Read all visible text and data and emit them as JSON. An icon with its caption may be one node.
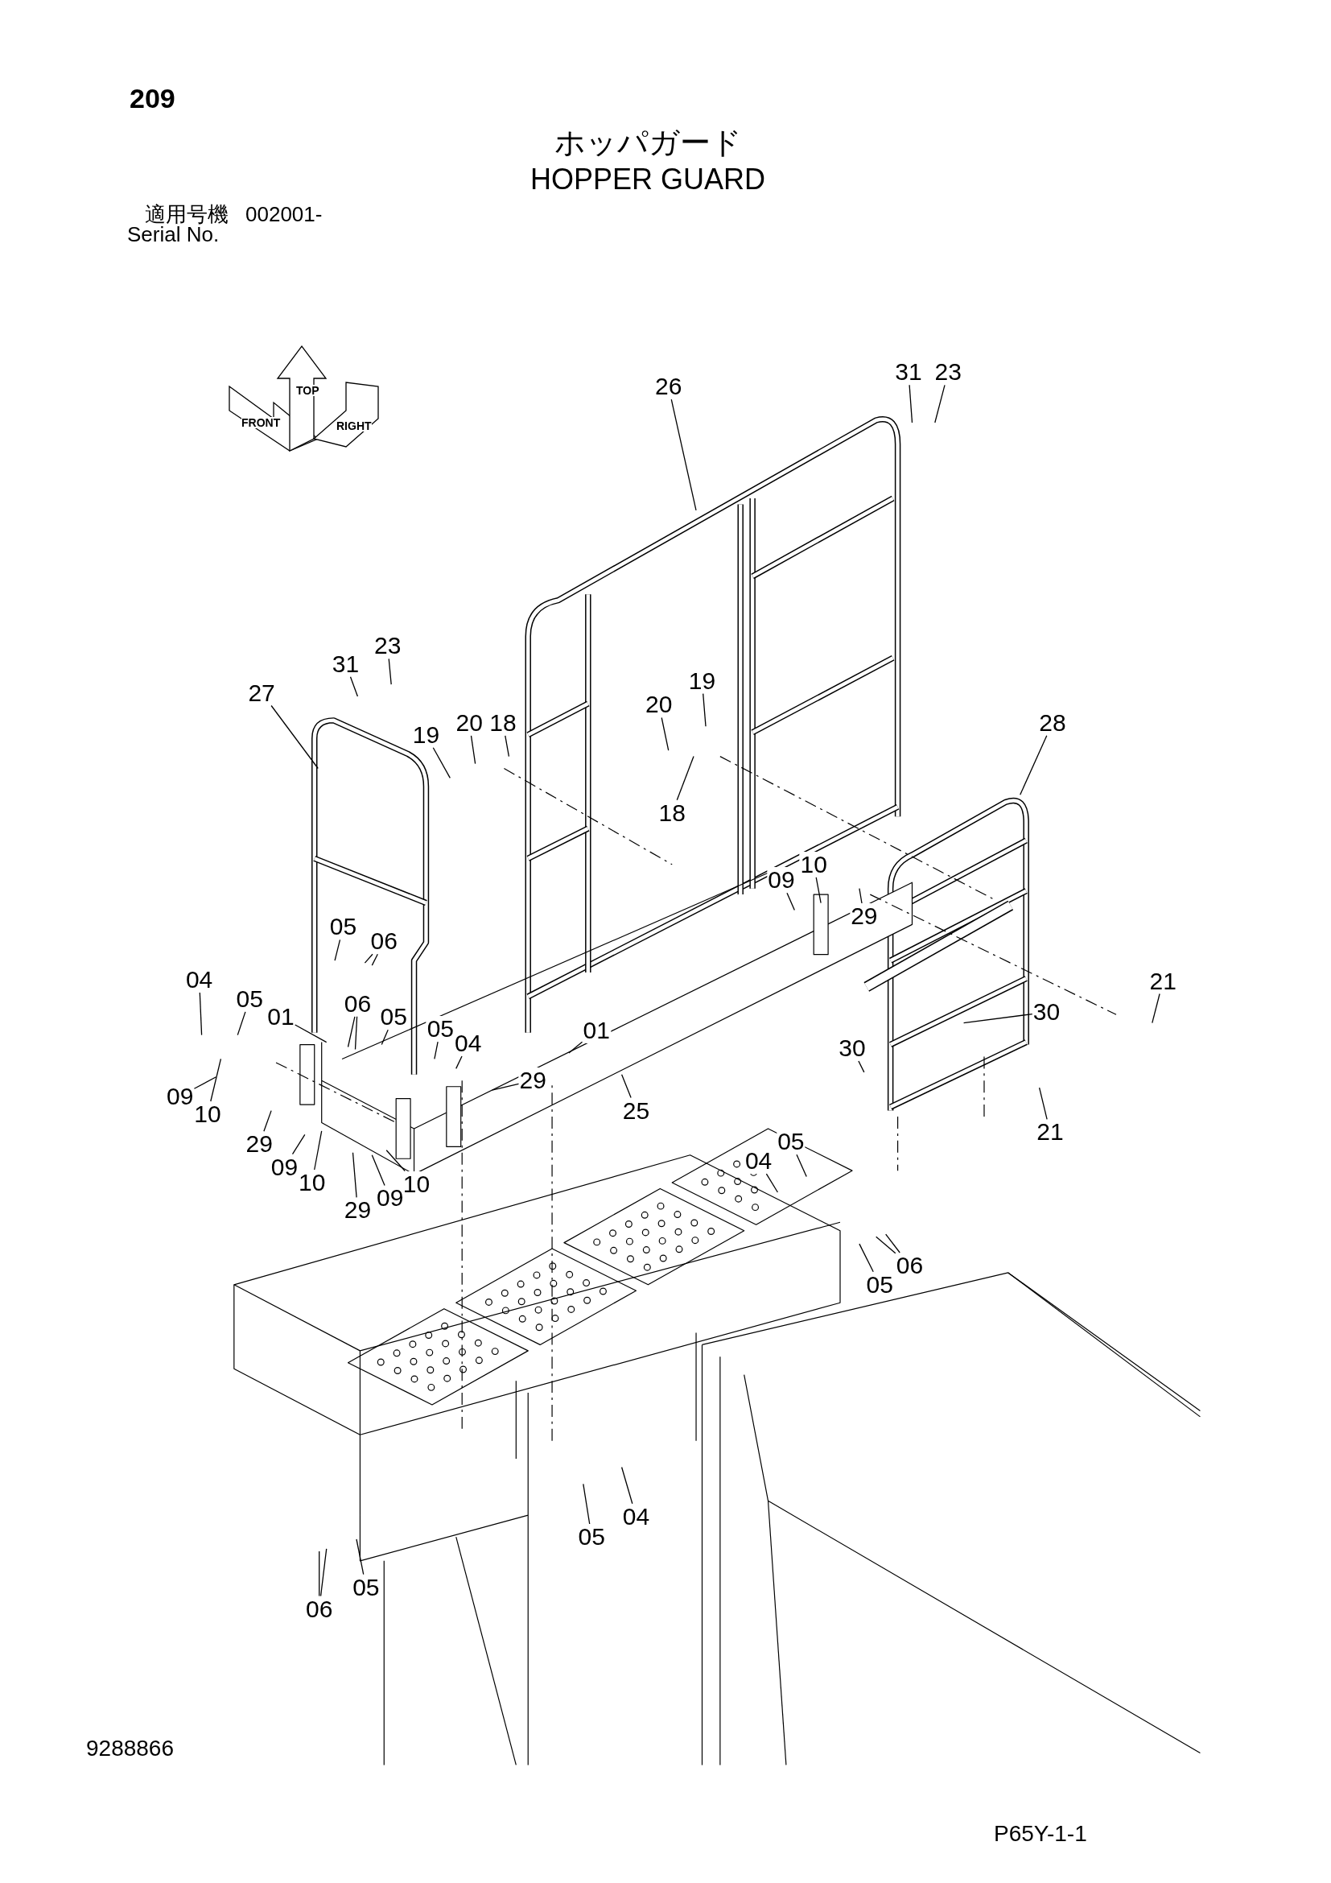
{
  "diagram": {
    "title": "ホッパガード",
    "nodes": [
      {
        "text": [
          "31"
        ]
      },
      {
        "text": [
          "23"
        ]
      },
      {
        "text": [
          "26"
        ]
      },
      {
        "text": [
          "23"
        ]
      },
      {
        "text": [
          "31"
        ]
      },
      {
        "text": [
          "27"
        ]
      },
      {
        "text": [
          "19"
        ]
      },
      {
        "text": [
          "20"
        ]
      },
      {
        "text": [
          "18"
        ]
      },
      {
        "text": [
          "19"
        ]
      },
      {
        "text": [
          "20"
        ]
      },
      {
        "text": [
          "18"
        ]
      },
      {
        "text": [
          "28"
        ]
      },
      {
        "text": [
          "09"
        ]
      },
      {
        "text": [
          "10"
        ]
      },
      {
        "text": [
          "29"
        ]
      },
      {
        "text": [
          "05"
        ]
      },
      {
        "text": [
          "06"
        ]
      },
      {
        "text": [
          "04"
        ]
      },
      {
        "text": [
          "05"
        ]
      },
      {
        "text": [
          "06"
        ]
      },
      {
        "text": [
          "05"
        ]
      },
      {
        "text": [
          "01"
        ]
      },
      {
        "text": [
          "05"
        ]
      },
      {
        "text": [
          "04"
        ]
      },
      {
        "text": [
          "01"
        ]
      },
      {
        "text": [
          "29"
        ]
      },
      {
        "text": [
          "21"
        ]
      },
      {
        "text": [
          "30"
        ]
      },
      {
        "text": [
          "30"
        ]
      },
      {
        "text": [
          "21"
        ]
      },
      {
        "text": [
          "09"
        ]
      },
      {
        "text": [
          "10"
        ]
      },
      {
        "text": [
          "25"
        ]
      },
      {
        "text": [
          "29"
        ]
      },
      {
        "text": [
          "09"
        ]
      },
      {
        "text": [
          "10"
        ]
      },
      {
        "text": [
          "29"
        ]
      },
      {
        "text": [
          "09"
        ]
      },
      {
        "text": [
          "10"
        ]
      },
      {
        "text": [
          "04"
        ]
      },
      {
        "text": [
          "05"
        ]
      },
      {
        "text": [
          "05"
        ]
      },
      {
        "text": [
          "06"
        ]
      },
      {
        "text": [
          "04"
        ]
      },
      {
        "text": [
          "05"
        ]
      },
      {
        "text": [
          "06"
        ]
      },
      {
        "text": [
          "05"
        ]
      }
    ],
    "edges": [
      {
        "from": 0,
        "to": null,
        "arrow": "none"
      },
      {
        "from": 1,
        "to": null,
        "arrow": "none"
      },
      {
        "from": 2,
        "to": null,
        "arrow": "none"
      },
      {
        "from": 3,
        "to": null,
        "arrow": "none"
      },
      {
        "from": 4,
        "to": null,
        "arrow": "none"
      },
      {
        "from": 5,
        "to": null,
        "arrow": "none"
      },
      {
        "from": 6,
        "to": null,
        "arrow": "none"
      },
      {
        "from": 7,
        "to": null,
        "arrow": "none"
      },
      {
        "from": 8,
        "to": null,
        "arrow": "none"
      },
      {
        "from": 9,
        "to": null,
        "arrow": "none"
      },
      {
        "from": 10,
        "to": null,
        "arrow": "none"
      },
      {
        "from": 11,
        "to": null,
        "arrow": "none"
      },
      {
        "from": 12,
        "to": null,
        "arrow": "none"
      },
      {
        "from": 13,
        "to": null,
        "arrow": "none"
      },
      {
        "from": 14,
        "to": null,
        "arrow": "none"
      },
      {
        "from": 15,
        "to": null,
        "arrow": "none"
      },
      {
        "from": 16,
        "to": null,
        "arrow": "none"
      },
      {
        "from": 17,
        "to": null,
        "arrow": "none"
      },
      {
        "from": 17,
        "to": null,
        "arrow": "none"
      },
      {
        "from": 18,
        "to": null,
        "arrow": "none"
      },
      {
        "from": 19,
        "to": null,
        "arrow": "none"
      },
      {
        "from": 20,
        "to": null,
        "arrow": "none"
      },
      {
        "from": 20,
        "to": null,
        "arrow": "none"
      },
      {
        "from": 21,
        "to": null,
        "arrow": "none"
      },
      {
        "from": 22,
        "to": null,
        "arrow": "none"
      },
      {
        "from": 23,
        "to": null,
        "arrow": "none"
      },
      {
        "from": 24,
        "to": null,
        "arrow": "none"
      },
      {
        "from": 25,
        "to": null,
        "arrow": "none"
      },
      {
        "from": 26,
        "to": null,
        "arrow": "none"
      },
      {
        "from": 27,
        "to": null,
        "arrow": "none"
      },
      {
        "from": 28,
        "to": null,
        "arrow": "none"
      },
      {
        "from": 29,
        "to": null,
        "arrow": "none"
      },
      {
        "from": 30,
        "to": null,
        "arrow": "none"
      },
      {
        "from": 31,
        "to": null,
        "arrow": "none"
      },
      {
        "from": 32,
        "to": null,
        "arrow": "none"
      },
      {
        "from": 33,
        "to": null,
        "arrow": "none"
      },
      {
        "from": 34,
        "to": null,
        "arrow": "none"
      },
      {
        "from": 35,
        "to": null,
        "arrow": "none"
      },
      {
        "from": 36,
        "to": null,
        "arrow": "none"
      },
      {
        "from": 37,
        "to": null,
        "arrow": "none"
      },
      {
        "from": 38,
        "to": null,
        "arrow": "none"
      },
      {
        "from": 39,
        "to": null,
        "arrow": "none"
      },
      {
        "from": 40,
        "to": null,
        "arrow": "none"
      },
      {
        "from": 41,
        "to": null,
        "arrow": "none"
      },
      {
        "from": 42,
        "to": null,
        "arrow": "none"
      },
      {
        "from": 43,
        "to": null,
        "arrow": "none"
      },
      {
        "from": 43,
        "to": null,
        "arrow": "none"
      },
      {
        "from": 44,
        "to": null,
        "arrow": "none"
      },
      {
        "from": 45,
        "to": null,
        "arrow": "none"
      },
      {
        "from": 46,
        "to": null,
        "arrow": "none"
      },
      {
        "from": 46,
        "to": null,
        "arrow": "none"
      },
      {
        "from": 47,
        "to": null,
        "arrow": "none"
      }
    ],
    "labels": [
      "209",
      "HOPPER GUARD",
      "適用号機",
      "002001-",
      "Serial No.",
      "TOP",
      "FRONT",
      "RIGHT",
      "9288866",
      "P65Y-1-1"
    ]
  }
}
